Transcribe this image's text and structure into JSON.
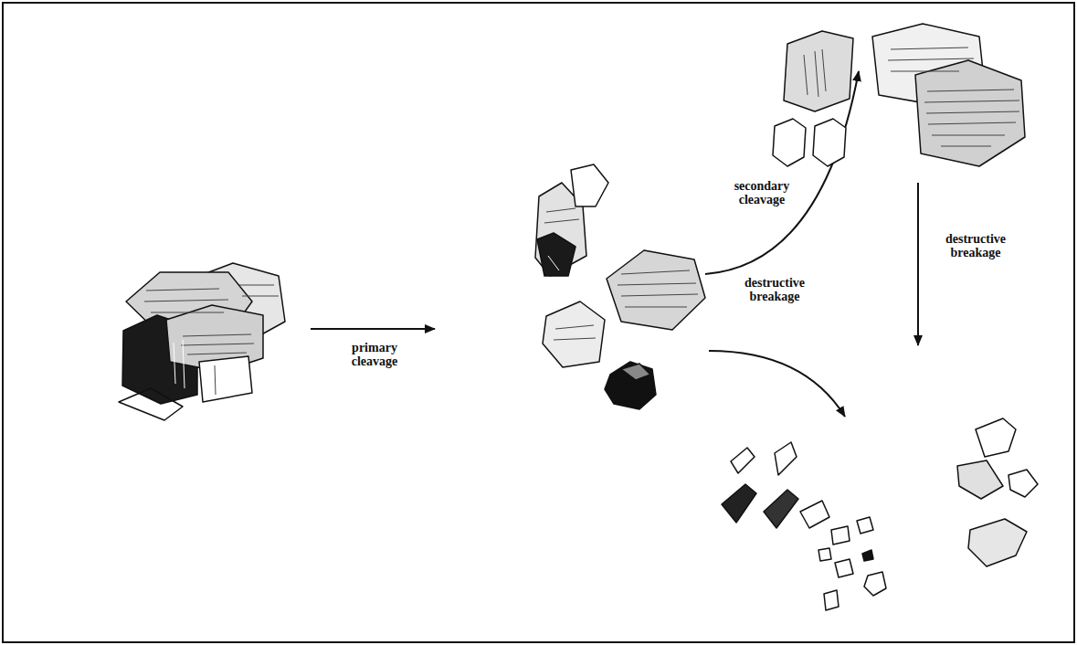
{
  "diagram": {
    "labels": [
      "primary cleavage",
      "secondary cleavage",
      "destructive breakage",
      "destructive breakage"
    ]
  }
}
